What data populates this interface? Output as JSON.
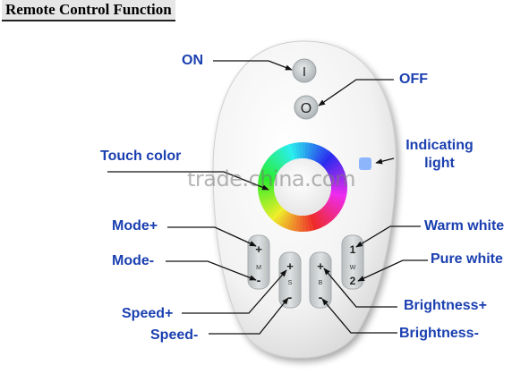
{
  "header": {
    "title": "Remote Control Function"
  },
  "labels": {
    "on": "ON",
    "off": "OFF",
    "touch_color": "Touch color",
    "indicating_light": "Indicating\nlight",
    "mode_plus": "Mode+",
    "mode_minus": "Mode-",
    "speed_plus": "Speed+",
    "speed_minus": "Speed-",
    "warm_white": "Warm white",
    "pure_white": "Pure white",
    "brightness_plus": "Brightness+",
    "brightness_minus": "Brightness-"
  },
  "buttons": {
    "on_symbol": "I",
    "off_symbol": "O",
    "mode": {
      "top": "+",
      "mid": "M",
      "bottom": "-"
    },
    "speed": {
      "top": "+",
      "mid": "S",
      "bottom": "-"
    },
    "brightness": {
      "top": "+",
      "mid": "B",
      "bottom": "-"
    },
    "white": {
      "top": "1",
      "mid": "W",
      "bottom": "2"
    }
  },
  "watermark": "trade.china.com",
  "colors": {
    "label": "#1a3fb0",
    "remote_body": "#f4f4f4",
    "button": "#cfd3d4"
  }
}
